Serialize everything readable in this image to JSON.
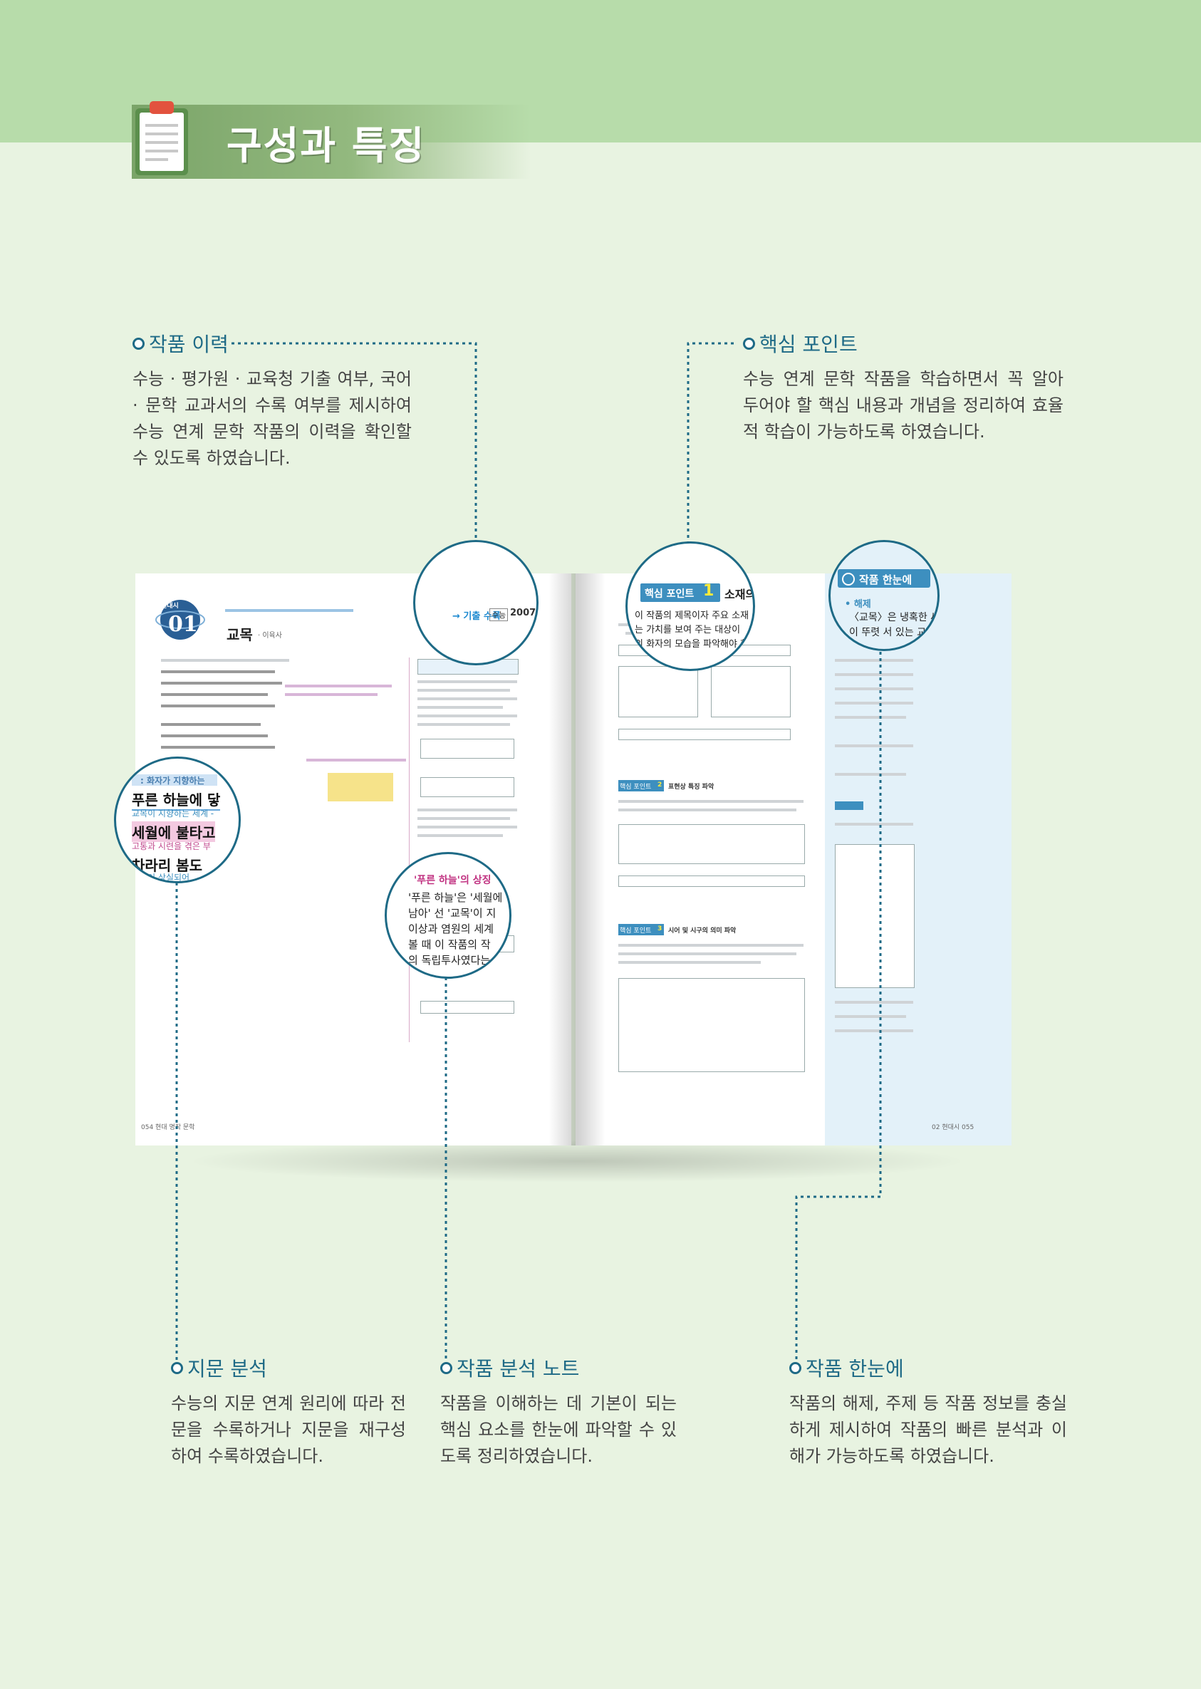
{
  "header": {
    "title": "구성과 특징"
  },
  "features": {
    "history": {
      "label": "작품 이력",
      "desc": "수능 · 평가원 · 교육청 기출 여부, 국어 · 문학 교과서의 수록 여부를 제시하여 수능 연계 문학 작품의 이력을 확인할 수 있도록 하였습니다."
    },
    "keypoint": {
      "label": "핵심 포인트",
      "desc": "수능 연계 문학 작품을 학습하면서 꼭 알아 두어야 할 핵심 내용과 개념을 정리하여 효율적 학습이 가능하도록 하였습니다."
    },
    "passage": {
      "label": "지문 분석",
      "desc": "수능의 지문 연계 원리에 따라 전문을 수록하거나 지문을 재구성하여 수록하였습니다."
    },
    "note": {
      "label": "작품 분석 노트",
      "desc": "작품을 이해하는 데 기본이 되는 핵심 요소를 한눈에 파악할 수 있도록 정리하였습니다."
    },
    "glance": {
      "label": "작품 한눈에",
      "desc": "작품의 해제, 주제 등 작품 정보를 충실하게 제시하여 작품의 빠른 분석과 이해가 가능하도록 하였습니다."
    }
  },
  "book": {
    "left": {
      "section_badge": "현대시",
      "number": "01",
      "work_title": "교목",
      "author": "· 이육사",
      "magnifier_history": {
        "arrow_label": "→ 기출 수록",
        "tag": "수능",
        "year": "2007"
      },
      "magnifier_passage": {
        "highlight": ": 화자가 지향하는",
        "line1": "푸른 하늘에 닿",
        "line1_sub": "교목이 지향하는 세계 -",
        "line2": "세월에 불타고",
        "line2_sub": "고통과 시련을 겪은 부",
        "line3": "차라리 봄도 ",
        "line3_sub": "희망이 상실되어"
      },
      "magnifier_note": {
        "heading": "'푸른 하늘'의 상징",
        "text": [
          "'푸른 하늘'은 '세월에",
          "남아' 선 '교목'이 지",
          "이상과 염원의 세계",
          "볼 때 이 작품의 작",
          "의 독립투사였다는"
        ]
      },
      "footer": "054  현대 명작 문학"
    },
    "right": {
      "keypoint1": {
        "badge": "핵심 포인트",
        "num": "1",
        "title": "소재의"
      },
      "keypoint2": {
        "badge": "핵심 포인트",
        "num": "2",
        "title": "표현상 특징 파악"
      },
      "keypoint3": {
        "badge": "핵심 포인트",
        "num": "3",
        "title": "시어 및 시구의 의미 파악"
      },
      "keypoint_text": [
        "이 작품의 제목이자 주요 소재",
        "는 가치를 보여 주는 대상이",
        "의 화자의 모습을 파악해야 한다."
      ],
      "glance": {
        "title": "작품 한눈에",
        "sub": "• 해제",
        "text": [
          "〈교목〉은 냉혹한 세",
          "이 뚜렷 서 있는 교"
        ]
      },
      "footer": "02 현대시  055"
    }
  }
}
